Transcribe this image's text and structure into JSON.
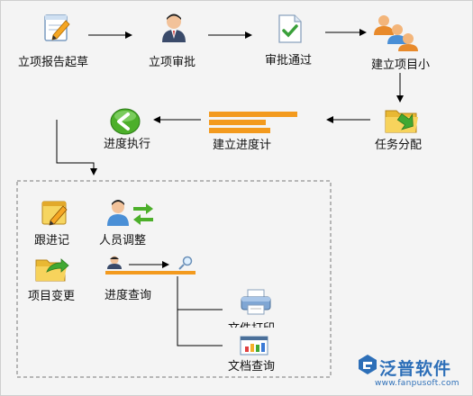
{
  "steps": {
    "draft": "立项报告起草",
    "approve": "立项审批",
    "approved": "审批通过",
    "team": "建立项目小",
    "assign": "任务分配",
    "schedule": "建立进度计",
    "execute": "进度执行"
  },
  "sub": {
    "followup": "跟进记",
    "staff_adjust": "人员调整",
    "change": "项目变更",
    "progress_query": "进度查询",
    "doc_print": "文件打印",
    "doc_query": "文档查询"
  },
  "watermark": {
    "brand": "泛普软件",
    "url": "www.fanpusoft.com"
  },
  "colors": {
    "orange": "#f39a1e",
    "green": "#4caf2a",
    "folder": "#f2c94c",
    "brand_blue": "#2d6fb8"
  }
}
